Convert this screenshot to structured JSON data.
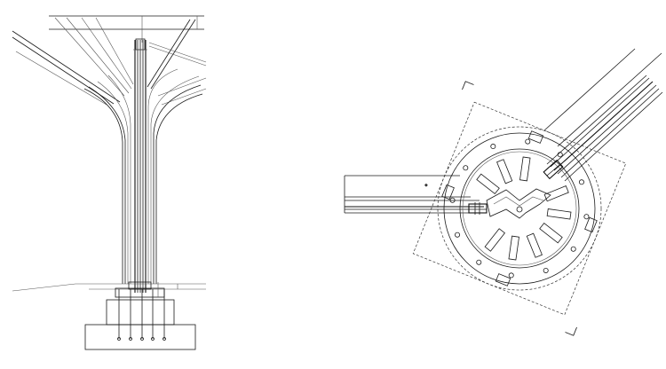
{
  "drawing": {
    "left_view": "elevation",
    "right_view": "plan-detail",
    "line_color": "#1a1a1a",
    "background": "#ffffff"
  },
  "plan": {
    "rotation_deg": 22,
    "bolt_count": 12,
    "fin_count": 12
  }
}
